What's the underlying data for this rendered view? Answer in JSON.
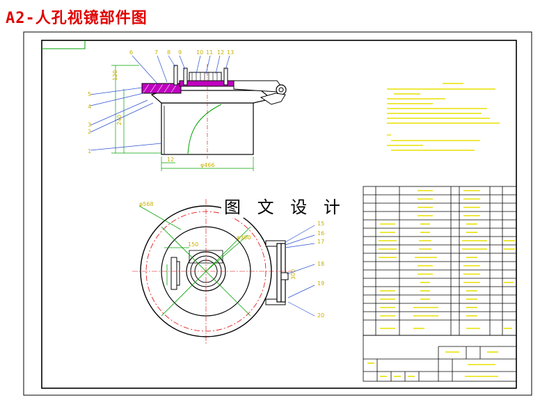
{
  "title": "A2-人孔视镜部件图",
  "watermark": "图 文 设 计",
  "callouts_top": [
    "6",
    "7",
    "8",
    "9",
    "10",
    "11",
    "12",
    "13"
  ],
  "callouts_left": [
    "5",
    "4",
    "3",
    "2",
    "1"
  ],
  "callouts_right": [
    "15",
    "16",
    "17",
    "18",
    "19",
    "20"
  ],
  "dims": {
    "d1": "120",
    "d2": "240",
    "d3": "12",
    "d4": "φ466",
    "d5": "φ568",
    "d6": "150",
    "d7": "φ360",
    "d8": "300"
  },
  "colors": {
    "frame": "#000000",
    "outline": "#000000",
    "hatch": "#c000c0",
    "centerline": "#e00000",
    "green": "#00a000",
    "leader": "#2a4fd0",
    "notes": "#e8e000",
    "title_red": "#e00000"
  }
}
